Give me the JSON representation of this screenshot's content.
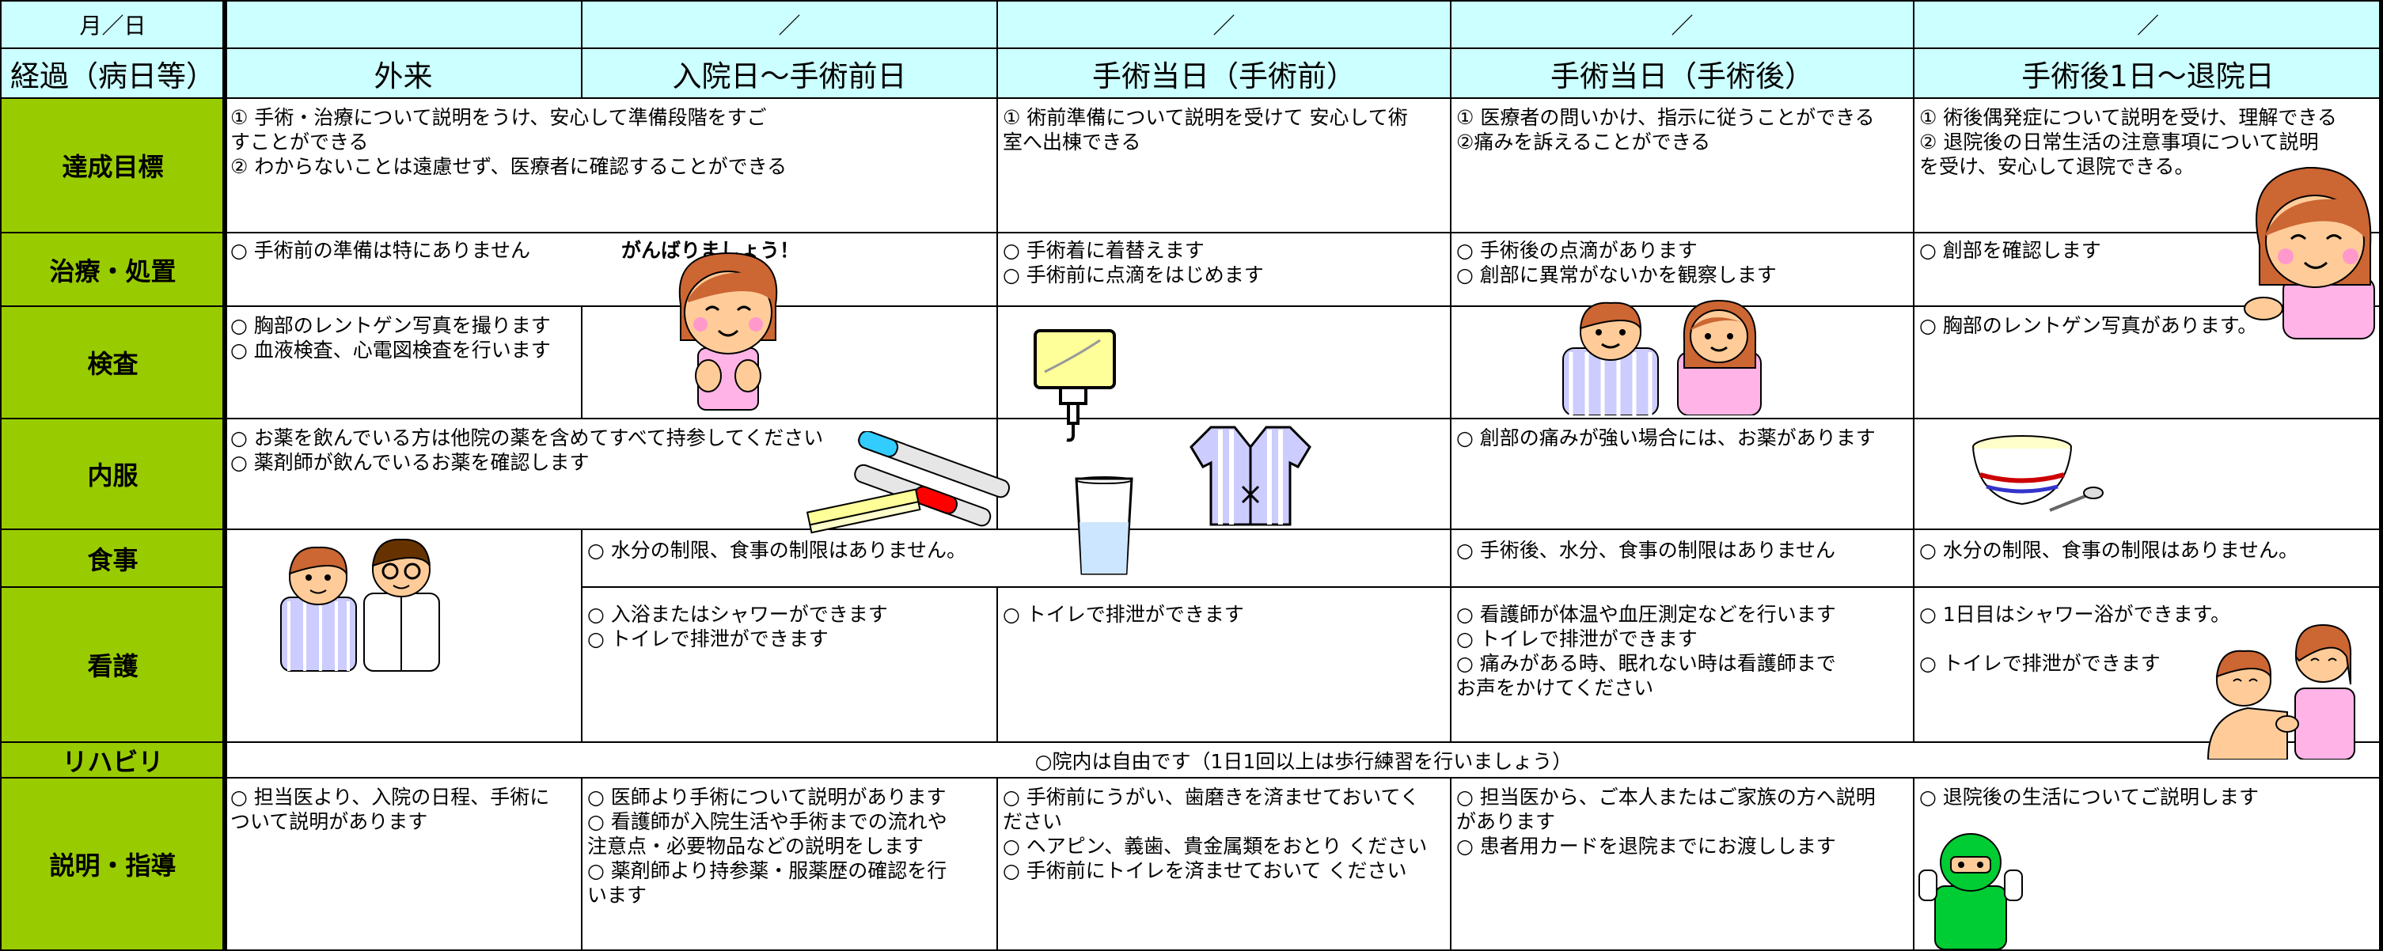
{
  "header": {
    "date_label": "月／日",
    "course_label": "経過（病日等）",
    "dates": [
      "",
      "／",
      "／",
      "／",
      "／"
    ],
    "stages": [
      "外来",
      "入院日～手術前日",
      "手術当日（手術前）",
      "手術当日（手術後）",
      "手術後1日～退院日"
    ]
  },
  "rows": {
    "goals": {
      "label": "達成目標",
      "outpatient_admission": "① 手術・治療について説明をうけ、安心して準備段階をすご\nすことができる\n② わからないことは遠慮せず、医療者に確認することができる",
      "surgery_pre": "① 術前準備について説明を受けて 安心して術\n室へ出棟できる",
      "surgery_post": "① 医療者の問いかけ、指示に従うことができる\n ②痛みを訴えることができる",
      "postop_discharge": "① 術後偶発症について説明を受け、理解できる\n② 退院後の日常生活の注意事項について説明\n   を受け、安心して退院できる。"
    },
    "treatment": {
      "label": "治療・処置",
      "outpatient": "○ 手術前の準備は特にありません",
      "cheer": "がんばりましょう！",
      "surgery_pre": "○ 手術着に着替えます\n○ 手術前に点滴をはじめます",
      "surgery_post": "○ 手術後の点滴があります\n○ 創部に異常がないかを観察します",
      "postop_discharge": "○ 創部を確認します"
    },
    "exam": {
      "label": "検査",
      "outpatient": "○ 胸部のレントゲン写真を撮ります\n○ 血液検査、心電図検査を行います",
      "postop_discharge": "○ 胸部のレントゲン写真があります。"
    },
    "medication": {
      "label": "内服",
      "outpatient_admission": "○ お薬を飲んでいる方は他院の薬を含めてすべて持参してください\n○ 薬剤師が飲んでいるお薬を確認します",
      "surgery_post": "○ 創部の痛みが強い場合には、お薬があります"
    },
    "meal": {
      "label": "食事",
      "admission_pre": "○ 水分の制限、食事の制限はありません。",
      "surgery_post": "○ 手術後、水分、食事の制限はありません",
      "postop_discharge": "○ 水分の制限、食事の制限はありません。"
    },
    "nursing": {
      "label": "看護",
      "admission": "○ 入浴またはシャワーができます\n○ トイレで排泄ができます",
      "surgery_pre": "○ トイレで排泄ができます",
      "surgery_post": "○ 看護師が体温や血圧測定などを行います\n○ トイレで排泄ができます\n○ 痛みがある時、眠れない時は看護師まで\n   お声をかけてください",
      "postop_discharge_1": "○ 1日目はシャワー浴ができます。",
      "postop_discharge_2": "○ トイレで排泄ができます"
    },
    "rehab": {
      "label": "リハビリ",
      "all": "○院内は自由です（1日1回以上は歩行練習を行いましょう）"
    },
    "guidance": {
      "label": "説明・指導",
      "outpatient": "○ 担当医より、入院の日程、手術に\nついて説明があります",
      "admission": "○ 医師より手術について説明があります\n○ 看護師が入院生活や手術までの流れや\n注意点・必要物品などの説明をします\n○ 薬剤師より持参薬・服薬歴の確認を行\nいます",
      "surgery_pre": "○ 手術前にうがい、歯磨きを済ませておいてく\nださい\n○ ヘアピン、義歯、貴金属類をおとり ください\n○ 手術前にトイレを済ませておいて ください",
      "surgery_post": "○ 担当医から、ご本人またはご家族の方へ説明\nがあります\n○ 患者用カードを退院までにお渡しします",
      "postop_discharge": "○ 退院後の生活についてご説明します"
    }
  },
  "colors": {
    "header_bg": "#ccffff",
    "label_bg": "#99cc00",
    "border": "#000000"
  }
}
